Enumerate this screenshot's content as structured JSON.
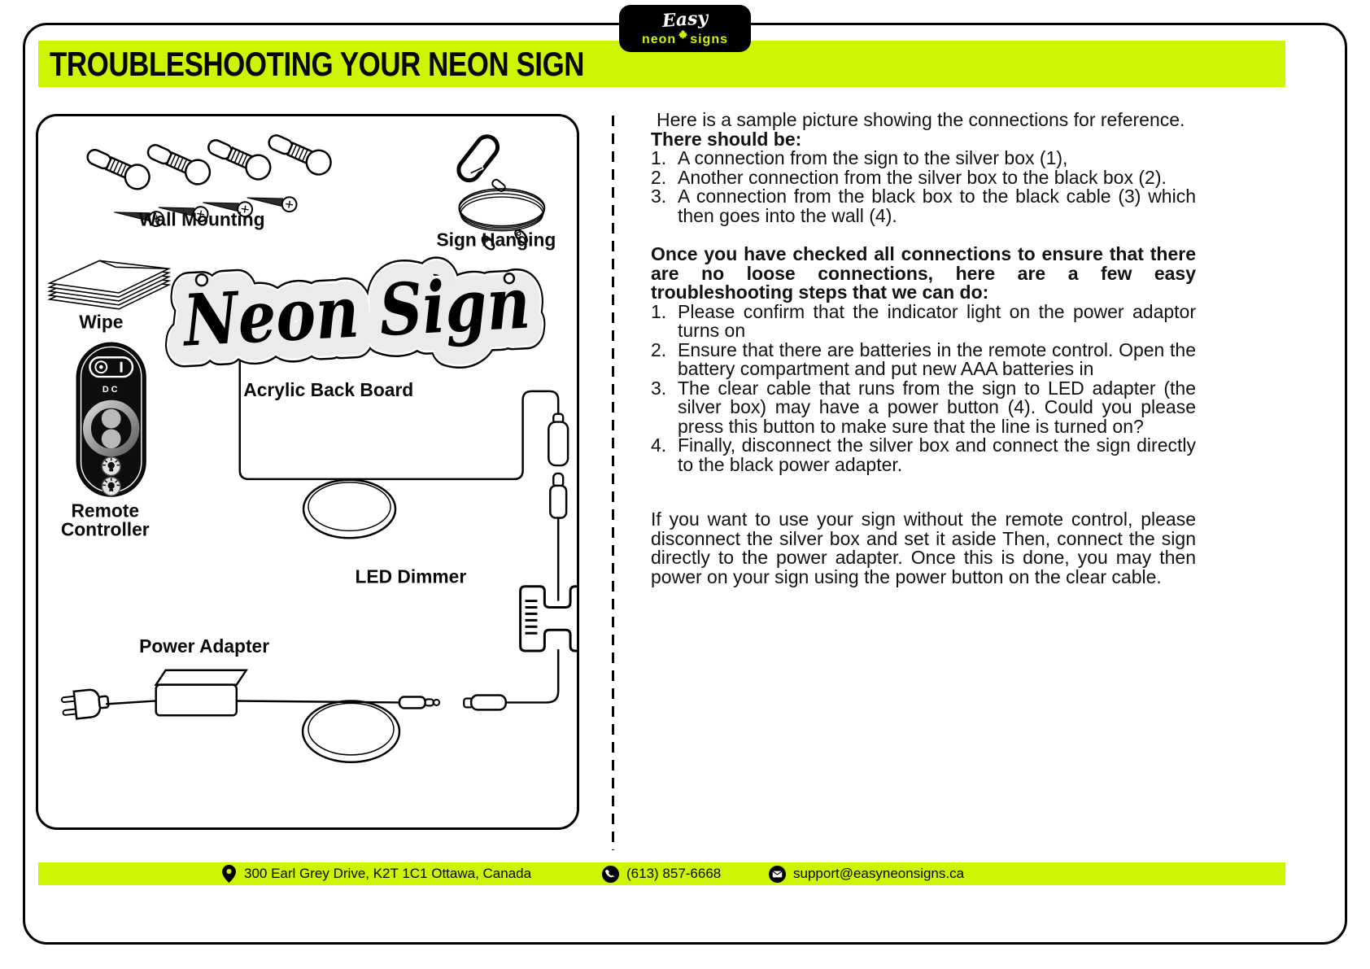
{
  "colors": {
    "accent": "#cdf400",
    "ink": "#000000",
    "board_gray": "#ebebeb"
  },
  "logo": {
    "brand_top": "Easy",
    "brand_word_neon": "neon",
    "brand_word_signs": "signs"
  },
  "header": {
    "title": "TROUBLESHOOTING YOUR NEON SIGN"
  },
  "diagram": {
    "sign_text": "Neon Sign",
    "remote": {
      "dc": "DC"
    },
    "labels": {
      "wall_mounting": "Wall Mounting",
      "sign_hanging": "Sign Hanging",
      "wipe": "Wipe",
      "acrylic_back_board": "Acrylic Back Board",
      "remote_line1": "Remote",
      "remote_line2": "Controller",
      "led_dimmer": "LED Dimmer",
      "power_adapter": "Power Adapter"
    }
  },
  "content": {
    "intro": " Here is a sample picture showing the connections for reference.",
    "list1_title": "There should be:",
    "steps1": [
      "A connection from the sign to the silver box (1),",
      "Another connection from the silver box to the black box (2).",
      "A connection from the black box to the black cable (3) which then goes into the wall (4)."
    ],
    "list2_title": "Once you have checked all connections to ensure that there are no loose connections, here are a few easy troubleshooting steps that we can do:",
    "steps2": [
      "Please confirm that the indicator light on the power adaptor turns on",
      "Ensure that there are batteries in the remote control. Open the battery compartment and put new AAA batteries in",
      "The clear cable that runs from the sign to LED adapter (the silver box) may have a power button (4). Could you please press this button to make sure that the line is turned on?",
      "Finally, disconnect the silver box and connect the sign directly to the black power adapter."
    ],
    "outro": "If you want to use your sign without the remote control, please disconnect the silver box and set it aside Then, connect the sign directly to the power adapter. Once this is done, you may then power on your sign using the power button on the clear cable."
  },
  "footer": {
    "address": "300 Earl Grey Drive, K2T 1C1 Ottawa, Canada",
    "phone": "(613) 857-6668",
    "email": "support@easyneonsigns.ca"
  }
}
